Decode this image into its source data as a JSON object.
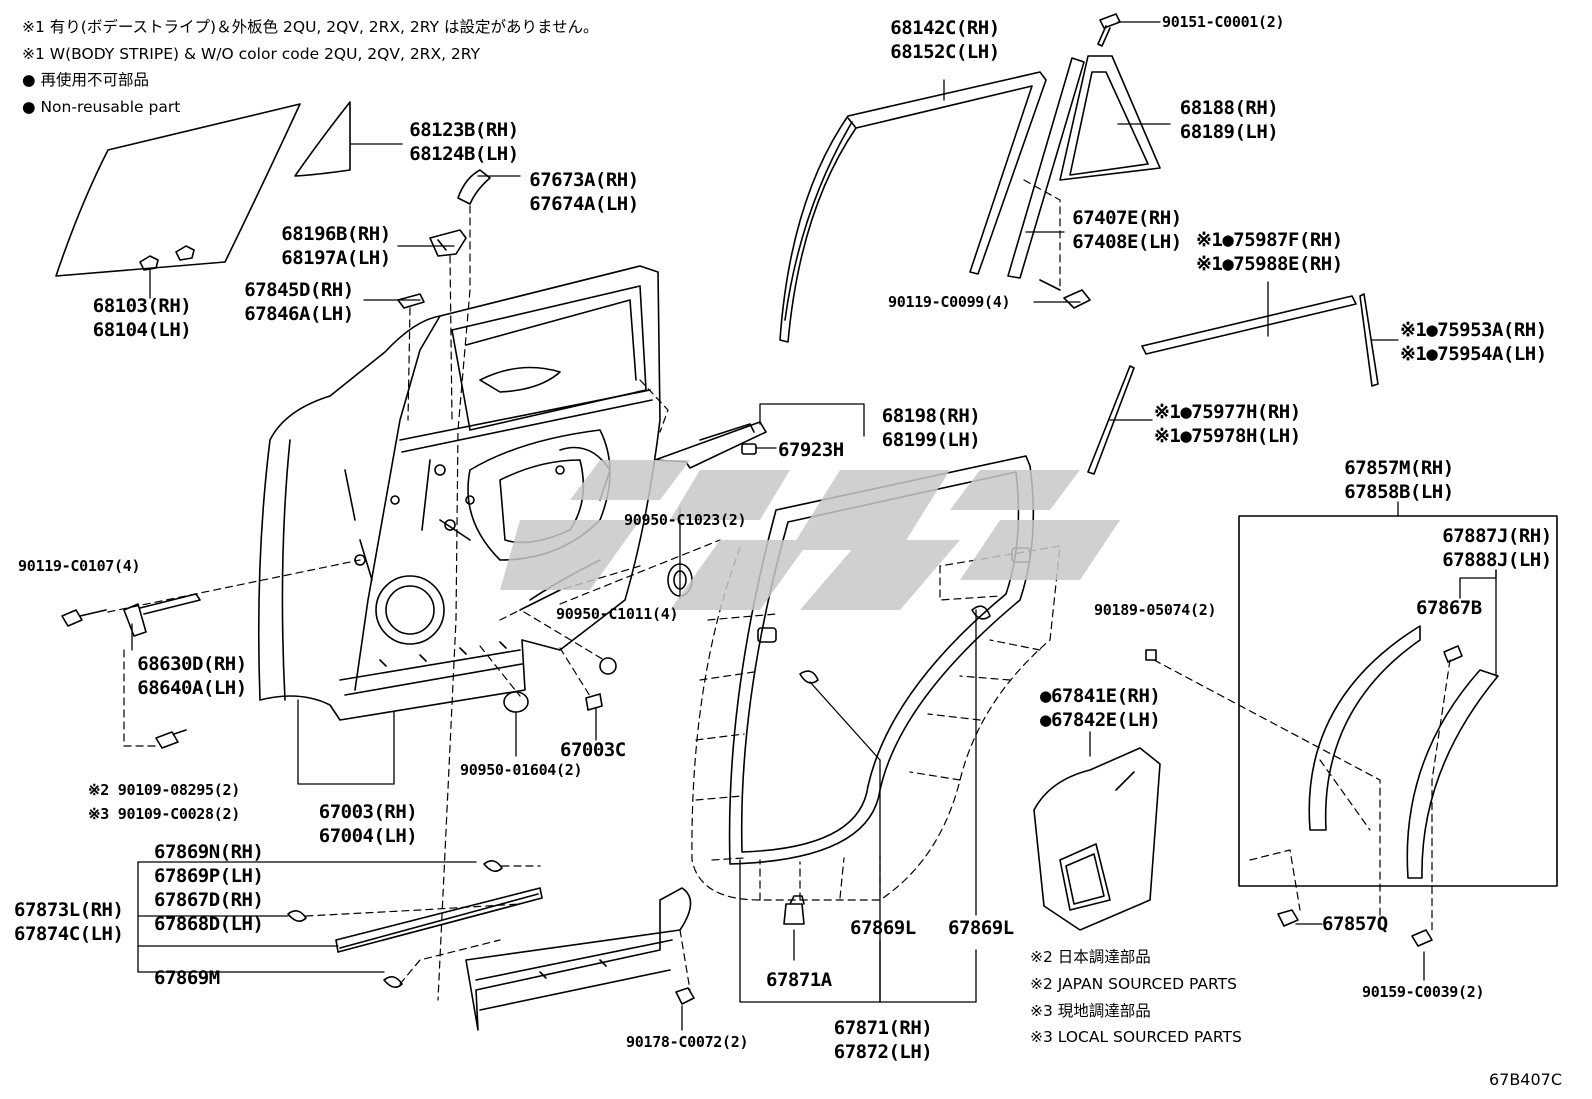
{
  "notes": [
    "※1 有り(ボデーストライプ)＆外板色 2QU, 2QV, 2RX, 2RY は設定がありません。",
    "※1 W(BODY STRIPE) & W/O color code 2QU, 2QV, 2RX, 2RY",
    "● 再使用不可部品",
    "● Non-reusable part"
  ],
  "parts": {
    "p68103": [
      "68103(RH)",
      "68104(LH)"
    ],
    "p68123": [
      "68123B(RH)",
      "68124B(LH)"
    ],
    "p67673": [
      "67673A(RH)",
      "67674A(LH)"
    ],
    "p68196": [
      "68196B(RH)",
      "68197A(LH)"
    ],
    "p67845": [
      "67845D(RH)",
      "67846A(LH)"
    ],
    "p90119a": "90119-C0107(4)",
    "p68630": [
      "68630D(RH)",
      "68640A(LH)"
    ],
    "p90109": [
      "※2 90109-08295(2)",
      "※3 90109-C0028(2)"
    ],
    "p67003": [
      "67003(RH)",
      "67004(LH)"
    ],
    "p67003c": "67003C",
    "p90950_01604": "90950-01604(2)",
    "p90950_c1011": "90950-C1011(4)",
    "p90950_c1023": "90950-C1023(2)",
    "p68198": [
      "68198(RH)",
      "68199(LH)"
    ],
    "p67923": "67923H",
    "p68142": [
      "68142C(RH)",
      "68152C(LH)"
    ],
    "p90151": "90151-C0001(2)",
    "p68188": [
      "68188(RH)",
      "68189(LH)"
    ],
    "p67407": [
      "67407E(RH)",
      "67408E(LH)"
    ],
    "p90119b": "90119-C0099(4)",
    "p75987": [
      "※1●75987F(RH)",
      "※1●75988E(RH)"
    ],
    "p75953": [
      "※1●75953A(RH)",
      "※1●75954A(LH)"
    ],
    "p75977": [
      "※1●75977H(RH)",
      "※1●75978H(LH)"
    ],
    "p67857m": [
      "67857M(RH)",
      "67858B(LH)"
    ],
    "p67887": [
      "67887J(RH)",
      "67888J(LH)"
    ],
    "p67867b": "67867B",
    "p90189": "90189-05074(2)",
    "p67841": [
      "●67841E(RH)",
      "●67842E(LH)"
    ],
    "p67857q": "67857Q",
    "p90159": "90159-C0039(2)",
    "p67869n": [
      "67869N(RH)",
      "67869P(LH)"
    ],
    "p67867d": [
      "67867D(RH)",
      "67868D(LH)"
    ],
    "p67873": [
      "67873L(RH)",
      "67874C(LH)"
    ],
    "p67869m": "67869M",
    "p90178": "90178-C0072(2)",
    "p67871a": "67871A",
    "p67869l1": "67869L",
    "p67869l2": "67869L",
    "p67871": [
      "67871(RH)",
      "67872(LH)"
    ]
  },
  "footnotes": [
    "※2 日本調達部品",
    "※2 JAPAN SOURCED PARTS",
    "※3 現地調達部品",
    "※3 LOCAL SOURCED PARTS"
  ],
  "diagram_code": "67B407C"
}
